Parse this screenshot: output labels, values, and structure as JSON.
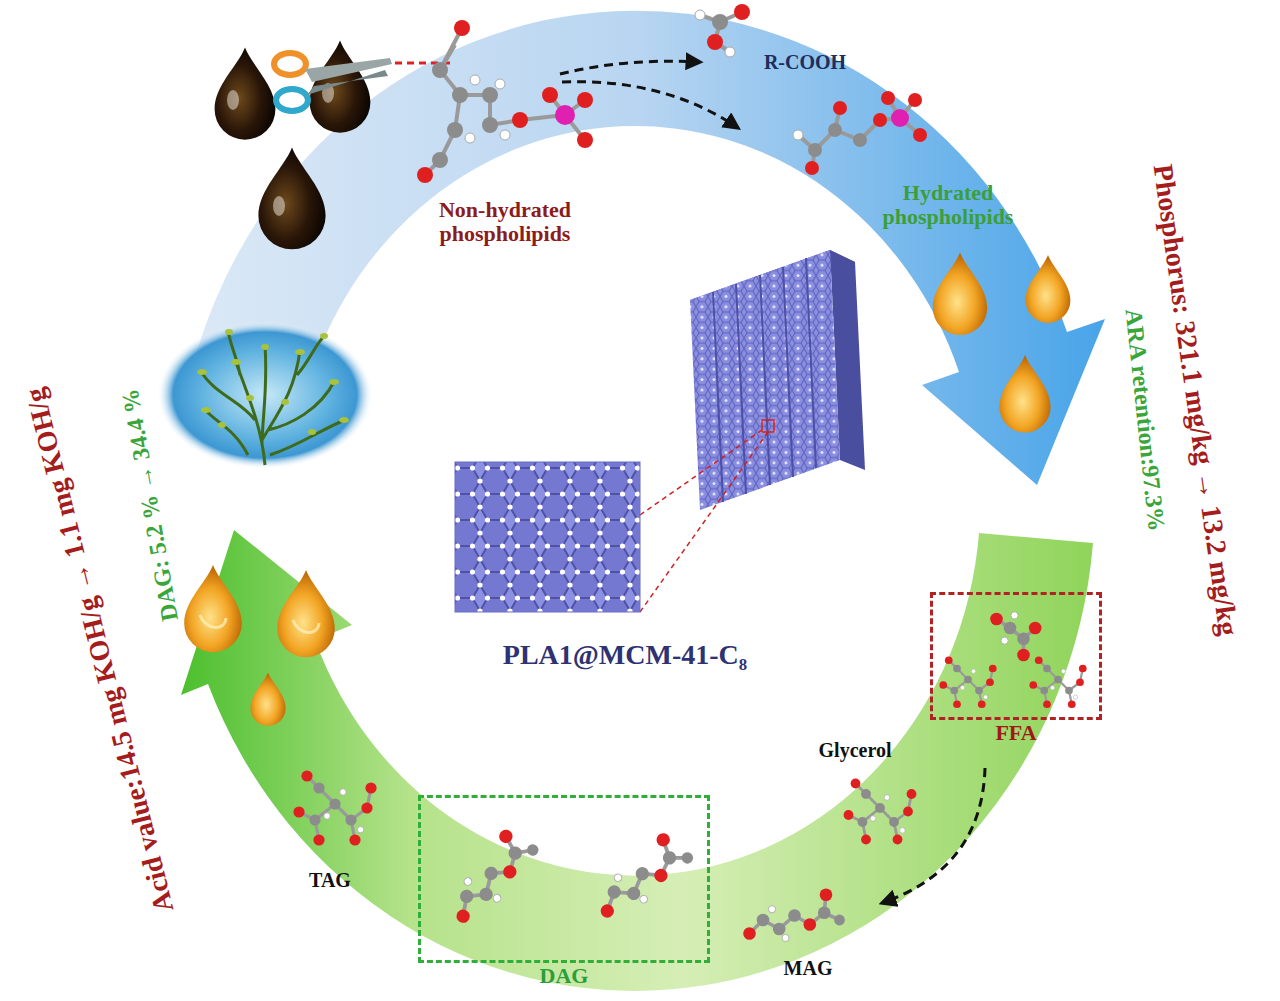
{
  "diagram": {
    "nodes": [
      {
        "text": [
          "FFA"
        ]
      },
      {
        "text": [
          "DAG"
        ]
      }
    ],
    "labels": [
      "R-COOH",
      "Non-hydrated phospholipids",
      "Hydrated phospholipids",
      "PLA1@MCM-41-C₈",
      "Glycerol",
      "TAG",
      "MAG",
      "Phosphorus: 321.1 mg/kg → 13.2 mg/kg",
      "ARA retention:97.3%",
      "Acid value:14.5 mg KOH/g → 1.1 mg KOH/g",
      "DAG: 5.2 % → 34.4 %"
    ]
  }
}
